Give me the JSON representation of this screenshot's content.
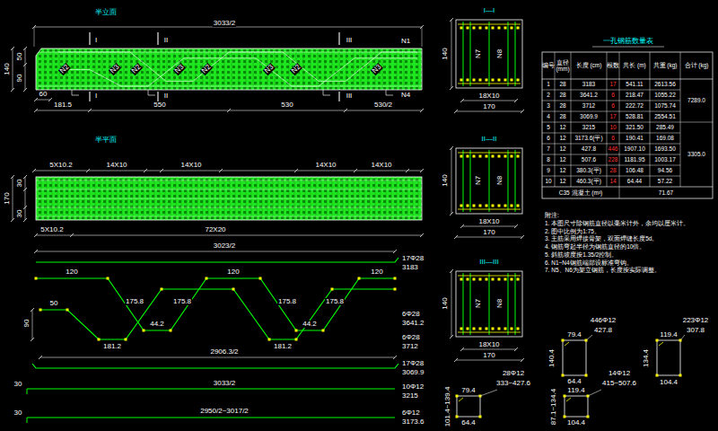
{
  "diagram": {
    "labels": [
      "半立面",
      "3033/2",
      "140",
      "50",
      "90",
      "N1",
      "N4",
      "I",
      "II",
      "III",
      "I",
      "II",
      "III",
      "60",
      "181.5",
      "550",
      "530",
      "530/2",
      "N2",
      "N3",
      "N2",
      "N3",
      "N2",
      "N3",
      "N2",
      "N3",
      "半平面",
      "5X10.2",
      "14X10",
      "14X10",
      "14X10",
      "14X10",
      "170",
      "30",
      "30",
      "5X10.2",
      "72X20",
      "3023/2",
      "17Φ28",
      "3183",
      "120",
      "120",
      "120",
      "175.8",
      "175.8",
      "175.8",
      "175.8",
      "44.2",
      "44.2",
      "181.2",
      "181.2",
      "50",
      "90",
      "6Φ28",
      "3641.2",
      "6Φ28",
      "3712",
      "2906.3/2",
      "17Φ28",
      "3069.9",
      "3033/2",
      "30",
      "10Φ12",
      "3215",
      "2950/2~3017/2",
      "6Φ12",
      "3173.6",
      "30",
      "I—I",
      "140",
      "18X10",
      "170",
      "N7",
      "N8",
      "II—II",
      "140",
      "18X10",
      "170",
      "N7",
      "N8",
      "III—III",
      "140",
      "18X10",
      "170",
      "N7",
      "N8",
      "一孔钢筋数量表",
      "编号",
      "直径 (mm)",
      "长度 (cm)",
      "根数",
      "共长 (m)",
      "共重 (kg)",
      "合计 (kg)",
      "1",
      "28",
      "3183",
      "17",
      "541.11",
      "2613.56",
      "2",
      "28",
      "3641.2",
      "6",
      "218.47",
      "1055.22",
      "3",
      "28",
      "3712",
      "6",
      "222.72",
      "1075.74",
      "4",
      "28",
      "3069.9",
      "17",
      "528.81",
      "2554.51",
      "5",
      "12",
      "3215",
      "10",
      "321.50",
      "285.49",
      "6",
      "12",
      "3173.6(平)",
      "6",
      "190.41",
      "169.08",
      "7",
      "12",
      "427.8",
      "446",
      "1907.10",
      "1693.50",
      "8",
      "12",
      "507.6",
      "228",
      "1181.95",
      "1003.17",
      "9",
      "12",
      "380.3(平)",
      "28",
      "106.48",
      "94.56",
      "10",
      "12",
      "460.3(平)",
      "14",
      "64.44",
      "57.22",
      "7289.0",
      "3305.0",
      "C35 混凝土 (m³)",
      "71.67",
      "附注:",
      "1. 本图尺寸除钢筋直径以毫米计外，余均以厘米计。",
      "2. 图中比例为1:75。",
      "3. 主筋采用焊接骨架，双面焊缝长度5d。",
      "4. 钢筋弯起半径为钢筋直径的10倍。",
      "5. 斜筋坡度按1.35/2控制。",
      "6. N1~N4钢筋端部设标准弯钩。",
      "7. N5、N6为架立钢筋，长度按实际调整。",
      "446Φ12",
      "427.8",
      "79.4",
      "140.4",
      "64.4",
      "223Φ12",
      "307.8",
      "119.4",
      "134.4",
      "104.4",
      "28Φ12",
      "333~427.6",
      "79.4",
      "101.4~139.4",
      "64.4",
      "14Φ12",
      "415~507.6",
      "119.4",
      "87.1~134.4",
      "104.4"
    ]
  }
}
